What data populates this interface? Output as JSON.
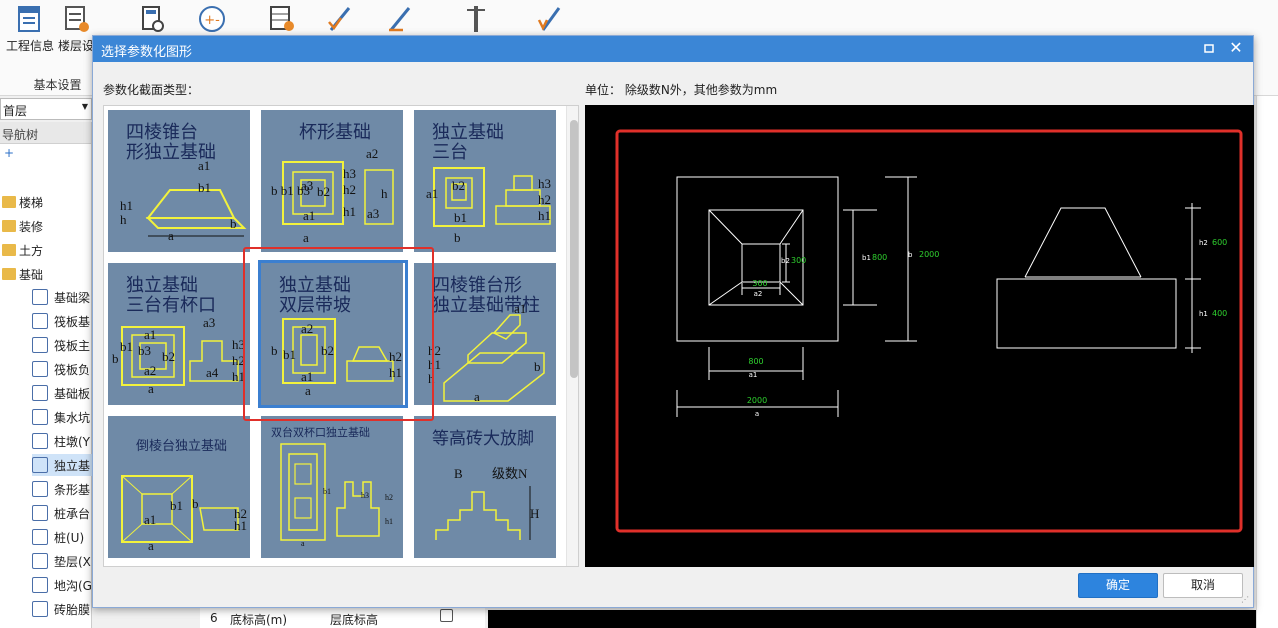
{
  "ribbon": {
    "buttons": [
      {
        "label": "工程信息",
        "icon": "project-info-icon"
      },
      {
        "label": "楼层设",
        "icon": "floor-settings-icon"
      },
      {
        "label": "",
        "icon": "calc-icon"
      },
      {
        "label": "",
        "icon": "plus-minus-icon"
      },
      {
        "label": "",
        "icon": "table-add-icon"
      },
      {
        "label": "",
        "icon": "pen-check-icon"
      },
      {
        "label": "",
        "icon": "pen-edit-icon"
      },
      {
        "label": "",
        "icon": "column-icon"
      },
      {
        "label": "",
        "icon": "pen-check2-icon"
      }
    ],
    "group_label": "基本设置"
  },
  "floor_selector": {
    "value": "首层"
  },
  "nav": {
    "title": "导航树",
    "tool": "+",
    "folders": [
      "楼梯",
      "装修",
      "土方",
      "基础"
    ],
    "items": [
      "基础梁",
      "筏板基",
      "筏板主",
      "筏板负",
      "基础板",
      "集水坑",
      "柱墩(Y",
      "独立基",
      "条形基",
      "桩承台",
      "桩(U)",
      "垫层(X",
      "地沟(G",
      "砖胎膜"
    ]
  },
  "bottom_table": {
    "row_no": "6",
    "name": "底标高(m)",
    "value": "层底标高"
  },
  "dialog": {
    "title": "选择参数化图形",
    "section_label": "参数化截面类型：",
    "unit_label": "单位：  除级数N外，其他参数为mm",
    "ok": "确定",
    "cancel": "取消",
    "tiles": [
      {
        "t1": "四棱锥台",
        "t2": "形独立基础"
      },
      {
        "t1": "杯形基础",
        "t2": ""
      },
      {
        "t1": "独立基础",
        "t2": "三台"
      },
      {
        "t1": "独立基础",
        "t2": "三台有杯口"
      },
      {
        "t1": "独立基础",
        "t2": "双层带坡"
      },
      {
        "t1": "四棱锥台形",
        "t2": "独立基础带柱"
      },
      {
        "t1": "倒棱台独立基础",
        "t2": ""
      },
      {
        "t1": "双台双杯口独立基础",
        "t2": ""
      },
      {
        "t1": "等高砖大放脚",
        "t2": ""
      }
    ],
    "tile_labels": {
      "t0": [
        "a1",
        "b1",
        "h1",
        "h",
        "b",
        "a"
      ],
      "t1": [
        "a2",
        "b b1 b3",
        "a3",
        "b2",
        "h3",
        "h2",
        "h",
        "h1",
        "a1",
        "a3",
        "a"
      ],
      "t2": [
        "b2",
        "a1",
        "h3",
        "h2",
        "h1",
        "b1",
        "b"
      ],
      "t3": [
        "a1",
        "a3",
        "b1",
        "h3",
        "b3",
        "b2",
        "h2",
        "a2",
        "a4",
        "h1",
        "b",
        "a"
      ],
      "t4": [
        "a2",
        "b",
        "b1",
        "b2",
        "h2",
        "h1",
        "a1",
        "a"
      ],
      "t5": [
        "a1",
        "h2",
        "h1",
        "h",
        "b",
        "a"
      ],
      "t6": [
        "b1",
        "b",
        "h2",
        "h1",
        "a1",
        "a"
      ],
      "t7": [
        "b1",
        "h3",
        "h2",
        "h1",
        "a"
      ],
      "t8": [
        "B",
        "级数N",
        "H"
      ]
    },
    "selected_tile_index": 4,
    "preview": {
      "a1_val": "800",
      "a1_lbl": "a1",
      "a_val": "2000",
      "a_lbl": "a",
      "b1_lbl": "b1",
      "b1_val": "800",
      "b_lbl": "b",
      "b_val": "2000",
      "b2_lbl": "b2",
      "b2_val": "300",
      "a2_val": "300",
      "a2_lbl": "a2",
      "h2_lbl": "h2",
      "h2_val": "600",
      "h1_lbl": "h1",
      "h1_val": "400"
    }
  },
  "colors": {
    "accent": "#3b86d6",
    "highlight_red": "#e0302a",
    "dim_green": "#2fd12f",
    "tile_bg": "#6f8aa7",
    "sketch_yellow": "#f2f23c"
  }
}
